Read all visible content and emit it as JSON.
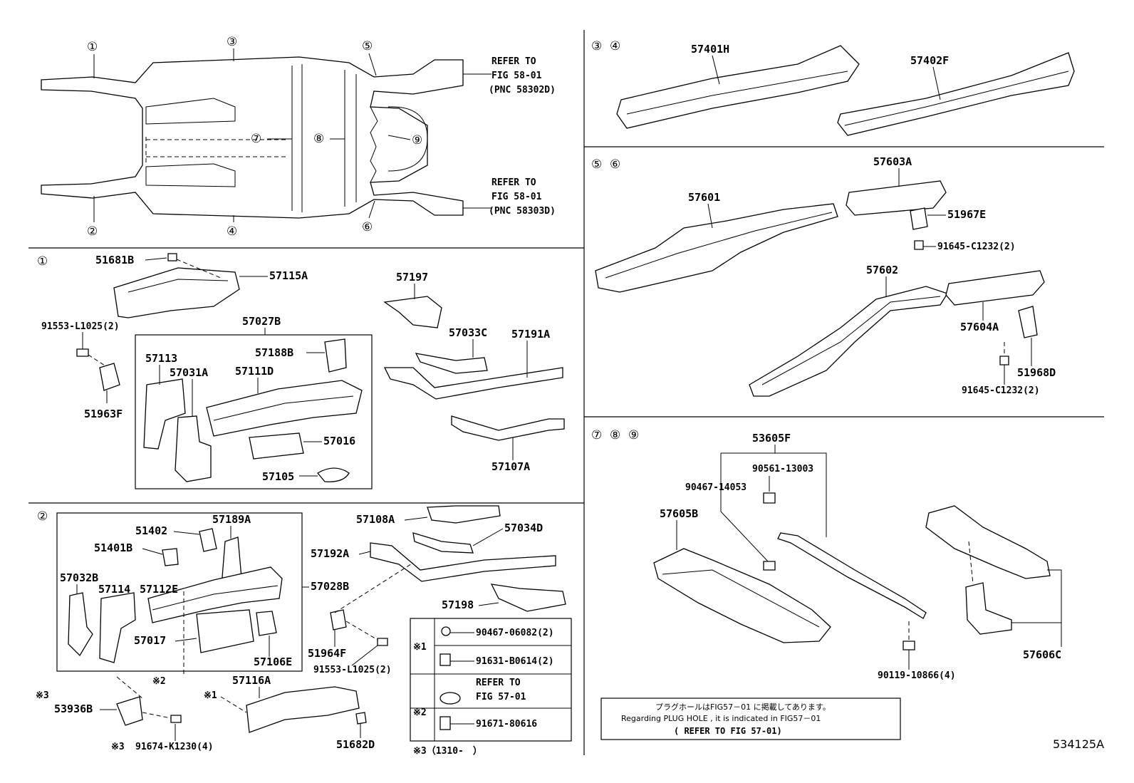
{
  "overview": {
    "callouts": [
      "①",
      "②",
      "③",
      "④",
      "⑤",
      "⑥",
      "⑦",
      "⑧",
      "⑨"
    ],
    "refer_top": [
      "REFER TO",
      "FIG 58-01",
      "(PNC 58302D)"
    ],
    "refer_bottom": [
      "REFER TO",
      "FIG 58-01",
      "(PNC 58303D)"
    ]
  },
  "section1": {
    "header": "①",
    "parts": [
      "51681B",
      "57115A",
      "91553-L1025(2)",
      "51963F",
      "57027B",
      "57113",
      "57031A",
      "57188B",
      "57111D",
      "57016",
      "57105",
      "57197",
      "57033C",
      "57191A",
      "57107A"
    ]
  },
  "section2": {
    "header": "②",
    "parts": [
      "51402",
      "57189A",
      "51401B",
      "57032B",
      "57114",
      "57112E",
      "57028B",
      "57017",
      "57106E",
      "57108A",
      "57034D",
      "57192A",
      "57198",
      "51964F",
      "91553-L1025(2)",
      "57116A",
      "53936B",
      "91674-K1230(4)",
      "51682D"
    ],
    "marks": [
      "※2",
      "※1",
      "※3",
      "※3"
    ]
  },
  "section34": {
    "header": [
      "③",
      "④"
    ],
    "parts": [
      "57401H",
      "57402F"
    ]
  },
  "section56": {
    "header": [
      "⑤",
      "⑥"
    ],
    "parts": [
      "57603A",
      "57601",
      "51967E",
      "91645-C1232(2)",
      "57602",
      "57604A",
      "51968D",
      "91645-C1232(2)"
    ]
  },
  "section789": {
    "header": [
      "⑦",
      "⑧",
      "⑨"
    ],
    "parts": [
      "53605F",
      "90561-13003",
      "90467-14053",
      "57605B",
      "90119-10866(4)",
      "57606C"
    ]
  },
  "legend": {
    "rows": [
      {
        "mark": "※1",
        "text": "90467-06082(2)"
      },
      {
        "mark": "",
        "text": "91631-B0614(2)"
      },
      {
        "mark": "※2",
        "text": "REFER TO"
      },
      {
        "mark": "",
        "text": "FIG 57-01"
      },
      {
        "mark": "",
        "text": "91671-80616"
      }
    ],
    "footer": "※3（1310-　）"
  },
  "note": {
    "line1": "プラグホールはFIG57－01 に掲載してあります。",
    "line2": "Regarding PLUG HOLE , it is indicated in FIG57－01",
    "line3": "( REFER TO FIG 57-01)"
  },
  "diagram_code": "534125A"
}
